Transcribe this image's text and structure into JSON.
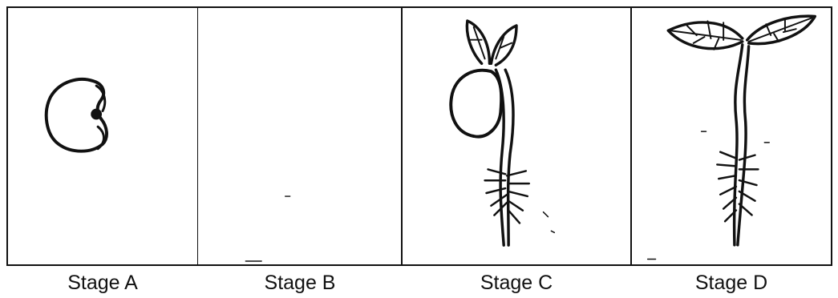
{
  "stages": [
    {
      "label": "Stage A",
      "depicts": "bean-seed"
    },
    {
      "label": "Stage B",
      "depicts": "blank"
    },
    {
      "label": "Stage C",
      "depicts": "germinating-seedling"
    },
    {
      "label": "Stage D",
      "depicts": "young-plant"
    }
  ],
  "colors": {
    "line": "#111111",
    "background": "#ffffff"
  }
}
